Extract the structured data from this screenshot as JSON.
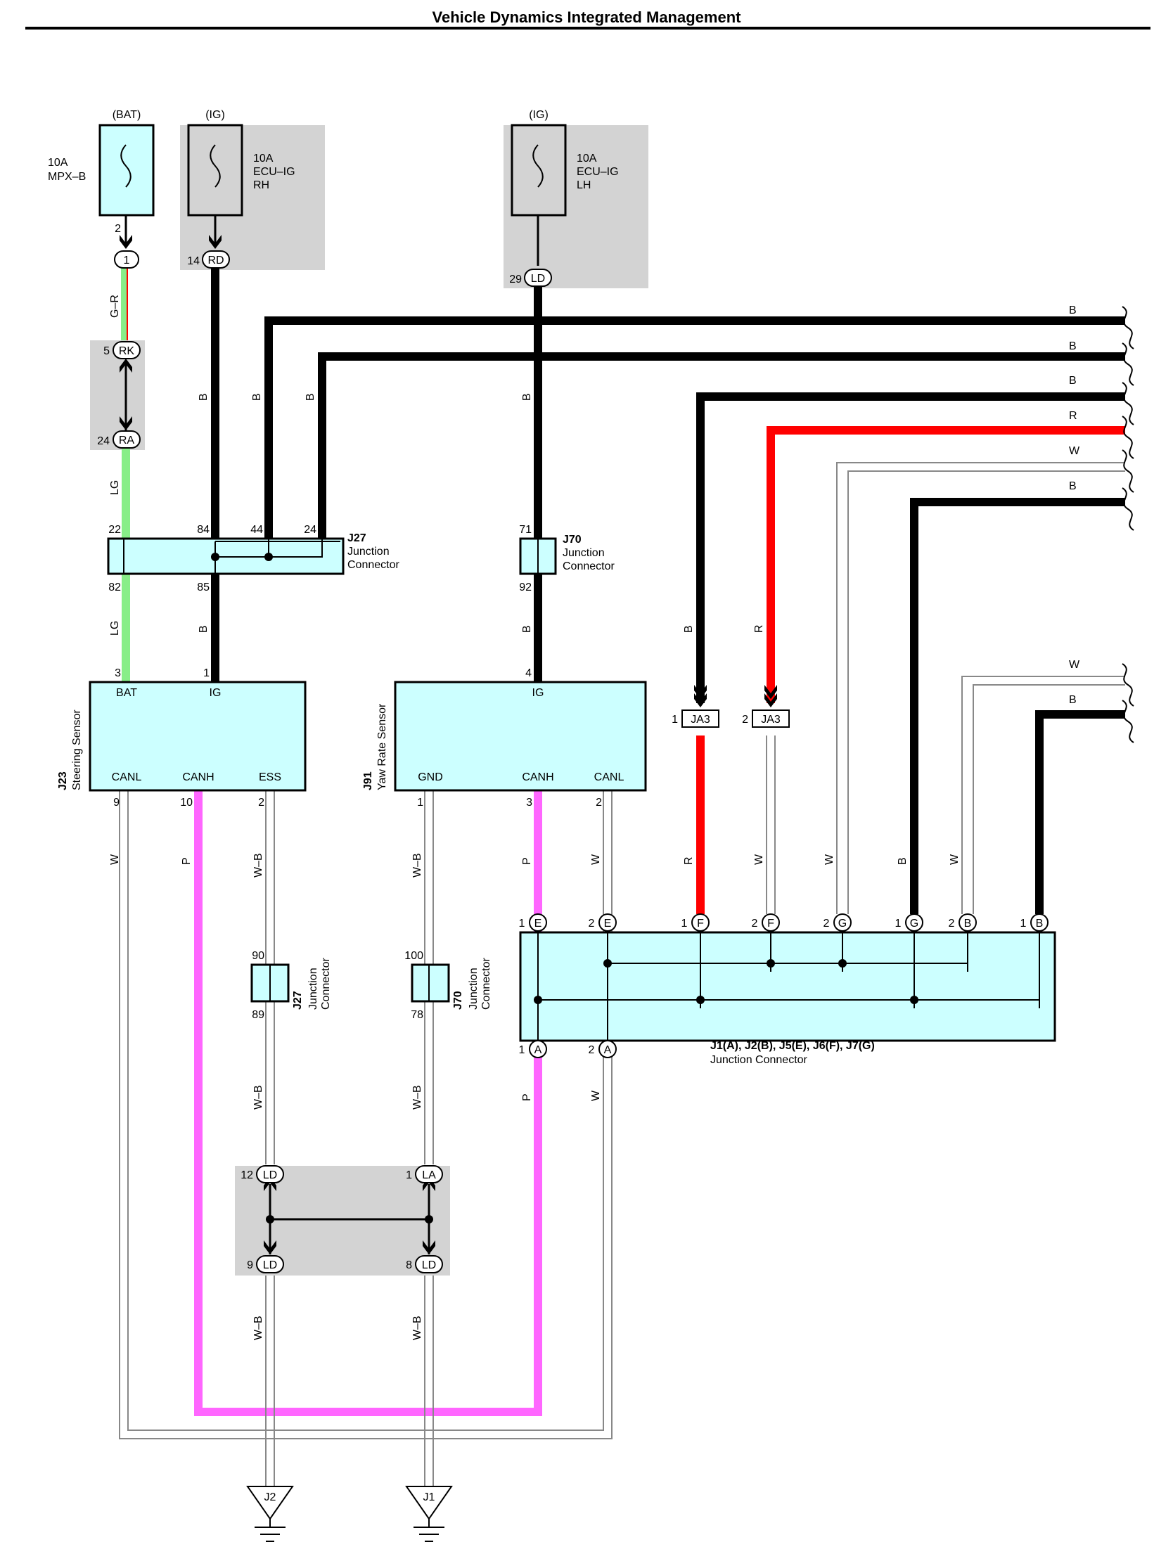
{
  "title": "Vehicle Dynamics Integrated Management",
  "sources": {
    "bat_label": "(BAT)",
    "ig_label": "(IG)",
    "fuse1_amp": "10A",
    "fuse1_name": "MPX–B",
    "fuse2_amp": "10A",
    "fuse2_name1": "ECU–IG",
    "fuse2_name2": "RH",
    "fuse3_amp": "10A",
    "fuse3_name1": "ECU–IG",
    "fuse3_name2": "LH"
  },
  "pins": {
    "p2": "2",
    "p14": "14",
    "p29": "29",
    "p5": "5",
    "p24": "24",
    "p22": "22",
    "p84": "84",
    "p44": "44",
    "p24b": "24",
    "p71": "71",
    "p82": "82",
    "p85": "85",
    "p92": "92",
    "p3": "3",
    "p1": "1",
    "p4": "4",
    "p9": "9",
    "p10": "10",
    "p2b": "2",
    "p1b": "1",
    "p3b": "3",
    "p2c": "2",
    "p90": "90",
    "p89": "89",
    "p100": "100",
    "p78": "78",
    "p12": "12",
    "p1c": "1",
    "p9b": "9",
    "p8": "8",
    "pja1": "1",
    "pja2": "2"
  },
  "connectors": {
    "c1": "1",
    "rd": "RD",
    "ld": "LD",
    "rk": "RK",
    "ra": "RA",
    "ja3a": "JA3",
    "ja3b": "JA3",
    "ld12": "LD",
    "la1": "LA",
    "ld9": "LD",
    "ld8": "LD"
  },
  "wires": {
    "gr": "G–R",
    "lg1": "LG",
    "lg2": "LG",
    "b_rd": "B",
    "b_44": "B",
    "b_24": "B",
    "b_ld": "B",
    "b_85": "B",
    "b_92": "B",
    "b_ja": "B",
    "r_ja": "R",
    "w_9": "W",
    "p_10": "P",
    "wb_2": "W–B",
    "wb_1": "W–B",
    "p_3": "P",
    "w_2": "W",
    "r_f1": "R",
    "w_f2": "W",
    "w_g2": "W",
    "b_g1": "B",
    "w_b2": "W",
    "wb_89": "W–B",
    "wb_78": "W–B",
    "p_a1": "P",
    "w_a2": "W",
    "wb_9": "W–B",
    "wb_8": "W–B",
    "edge_b1": "B",
    "edge_b2": "B",
    "edge_b3": "B",
    "edge_r": "R",
    "edge_w": "W",
    "edge_b4": "B",
    "edge_w2": "W",
    "edge_b5": "B"
  },
  "j27": {
    "id": "J27",
    "line1": "Junction",
    "line2": "Connector"
  },
  "j70": {
    "id": "J70",
    "line1": "Junction",
    "line2": "Connector"
  },
  "j27b": {
    "id": "J27",
    "line1": "Junction",
    "line2": "Connector"
  },
  "j70b": {
    "id": "J70",
    "line1": "Junction",
    "line2": "Connector"
  },
  "steering": {
    "id": "J23",
    "name": "Steering Sensor",
    "bat": "BAT",
    "ig": "IG",
    "canl": "CANL",
    "canh": "CANH",
    "ess": "ESS"
  },
  "yaw": {
    "id": "J91",
    "name": "Yaw Rate Sensor",
    "ig": "IG",
    "gnd": "GND",
    "canh": "CANH",
    "canl": "CANL"
  },
  "jbig": {
    "line1": "J1(A), J2(B), J5(E), J6(F), J7(G)",
    "line2": "Junction Connector",
    "top_pins": [
      "1",
      "2",
      "1",
      "2",
      "2",
      "1",
      "2",
      "1"
    ],
    "top_letters": [
      "E",
      "E",
      "F",
      "F",
      "G",
      "G",
      "B",
      "B"
    ],
    "bot_pins": [
      "1",
      "2"
    ],
    "bot_letters": [
      "A",
      "A"
    ]
  },
  "grounds": {
    "g1": "J2",
    "g2": "J1"
  },
  "colors": {
    "black": "#000000",
    "red": "#ff0000",
    "pink": "#ff66ff",
    "light_green": "#88ee88",
    "cyan_fill": "#ccffff",
    "grey_fill": "#d3d3d3"
  }
}
